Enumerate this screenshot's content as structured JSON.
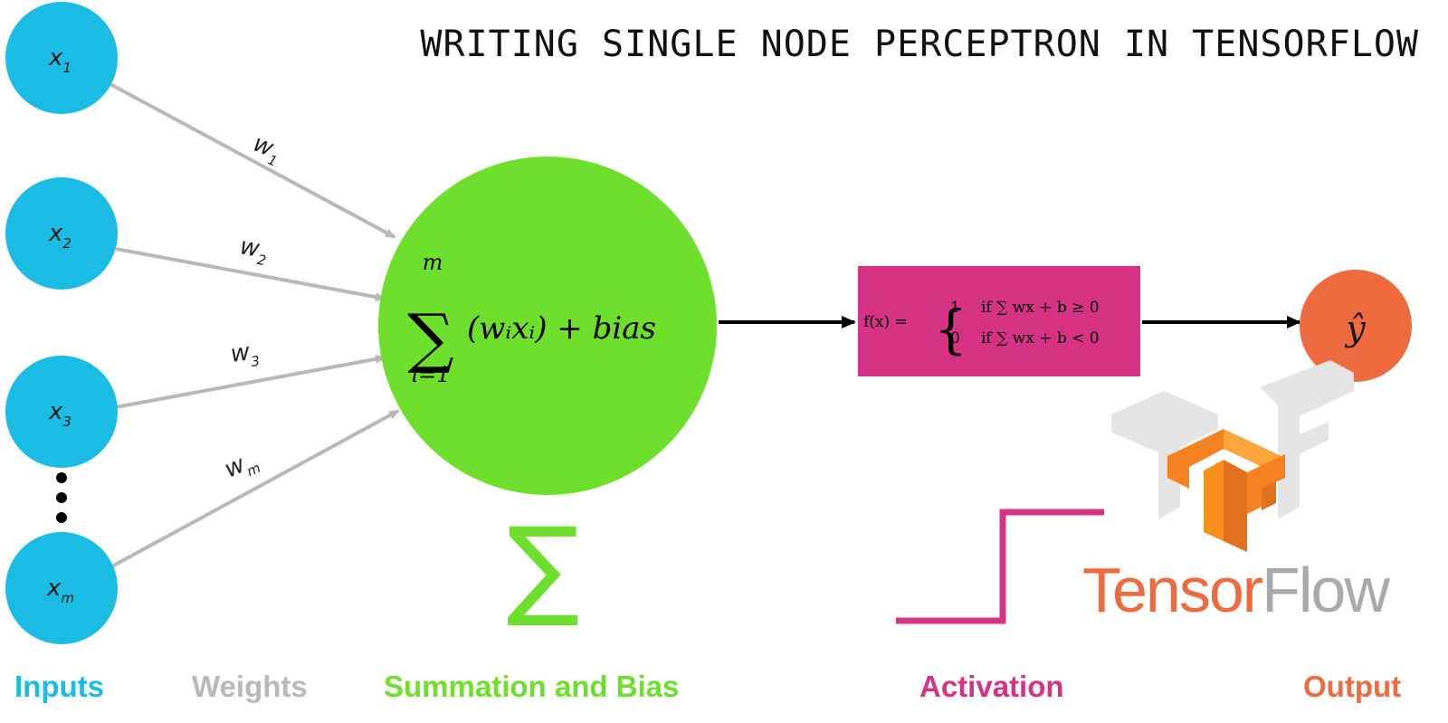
{
  "title": "WRITING SINGLE NODE PERCEPTRON IN TENSORFLOW",
  "inputs": [
    {
      "base": "x",
      "sub": "1"
    },
    {
      "base": "x",
      "sub": "2"
    },
    {
      "base": "x",
      "sub": "3"
    },
    {
      "base": "x",
      "sub": "m"
    }
  ],
  "weights": [
    {
      "base": "w",
      "sub": "1"
    },
    {
      "base": "w",
      "sub": "2"
    },
    {
      "base": "w",
      "sub": "3"
    },
    {
      "base": "w",
      "sub": "m"
    }
  ],
  "summation": {
    "upper": "m",
    "lower": "i=1",
    "expression": "(wᵢxᵢ) + bias"
  },
  "activation": {
    "lhs": "f(x) =",
    "case1_value": "1",
    "case1_condition": "if ∑ wx + b ≥ 0",
    "case2_value": "0",
    "case2_condition": "if ∑ wx + b < 0"
  },
  "output": {
    "symbol": "ŷ"
  },
  "sigma_symbol": "∑",
  "tensorflow_logo": {
    "text_part1": "Tensor",
    "text_part2": "Flow"
  },
  "legend": {
    "inputs": "Inputs",
    "weights": "Weights",
    "summation": "Summation and Bias",
    "activation": "Activation",
    "output": "Output"
  },
  "colors": {
    "input": "#1BBCE4",
    "weight": "#B8B8B8",
    "summation": "#6EDF2C",
    "activation": "#D63384",
    "output": "#EE6A3F",
    "tf_orange": "#F58220",
    "tf_gray": "#A7A9AC"
  }
}
